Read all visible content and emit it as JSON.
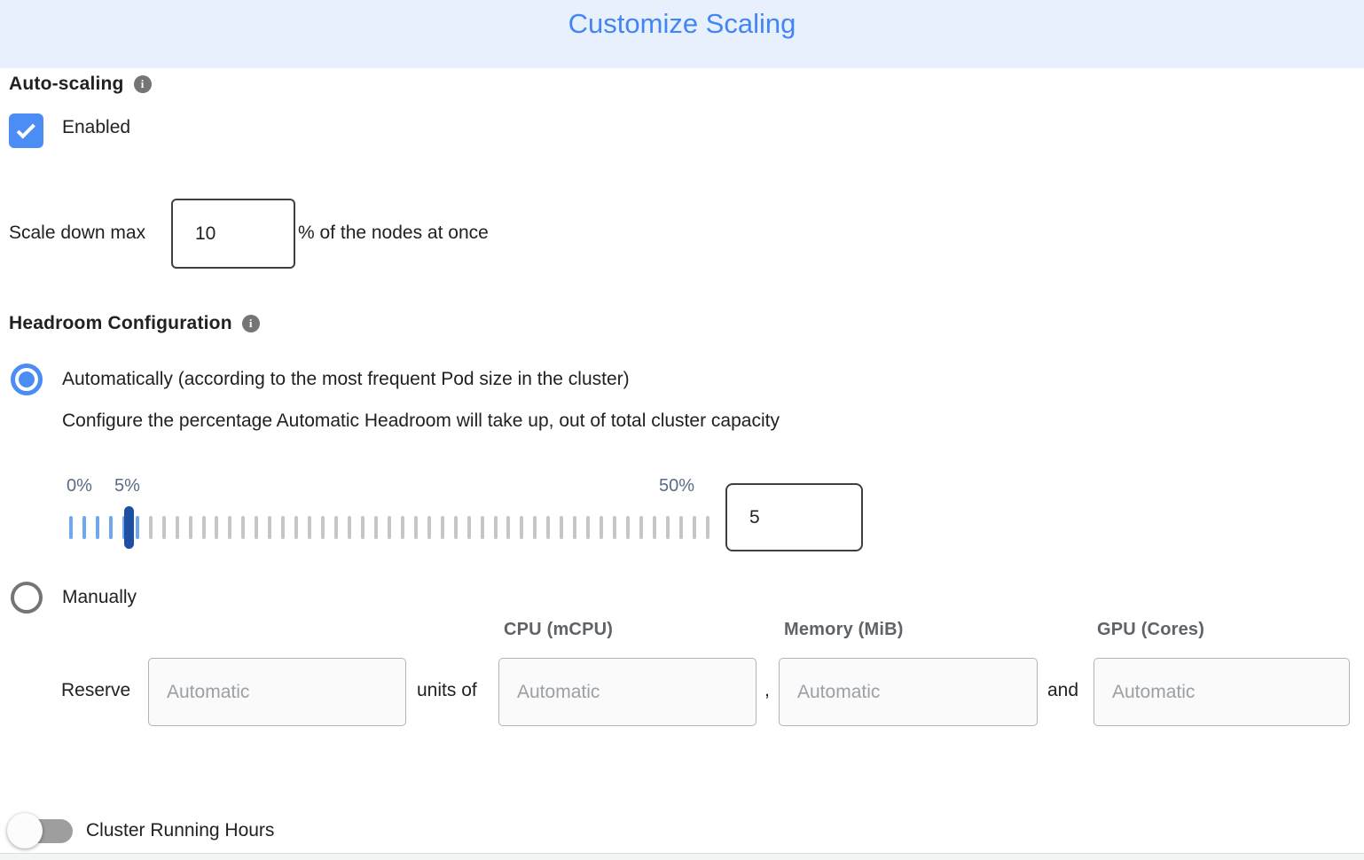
{
  "header": {
    "title": "Customize Scaling"
  },
  "auto_scaling": {
    "label": "Auto-scaling",
    "enabled_label": "Enabled",
    "checked": true
  },
  "scale_down": {
    "label": "Scale down max",
    "value": "10",
    "suffix": "% of the nodes at once"
  },
  "headroom": {
    "label": "Headroom Configuration",
    "auto_option": "Automatically (according to the most frequent Pod size in the cluster)",
    "auto_description": "Configure the percentage Automatic Headroom will take up, out of total cluster capacity",
    "manual_option": "Manually",
    "slider": {
      "min_label": "0%",
      "current_label": "5%",
      "max_label": "50%",
      "value": "5",
      "tick_count": 49,
      "active_ticks": 6
    }
  },
  "reserve": {
    "label": "Reserve",
    "units_of": "units of",
    "comma": ",",
    "and": "and",
    "columns": [
      "CPU (mCPU)",
      "Memory (MiB)",
      "GPU (Cores)"
    ],
    "placeholders": {
      "count": "Automatic",
      "cpu": "Automatic",
      "memory": "Automatic",
      "gpu": "Automatic"
    }
  },
  "cluster_running_hours": {
    "label": "Cluster Running Hours",
    "enabled": false
  },
  "icons": [
    "info-icon",
    "checkmark-icon"
  ],
  "colors": {
    "accent_blue": "#4285F4",
    "header_bg": "#E8F0FE",
    "control_blue": "#4C8DF5",
    "tick_blue": "#6FA8F0",
    "tick_gray": "#C6C6C6",
    "thumb_navy": "#1D4FA3",
    "slider_label": "#5A6B87",
    "text_dark": "#202124",
    "text_gray": "#5F6368",
    "placeholder_gray": "#9AA0A6",
    "border_dark": "#3C4043",
    "input_bg": "#FAFAFA",
    "input_border": "#B3B3B3",
    "toggle_track": "#9E9E9E",
    "divider": "#DADCE0"
  }
}
